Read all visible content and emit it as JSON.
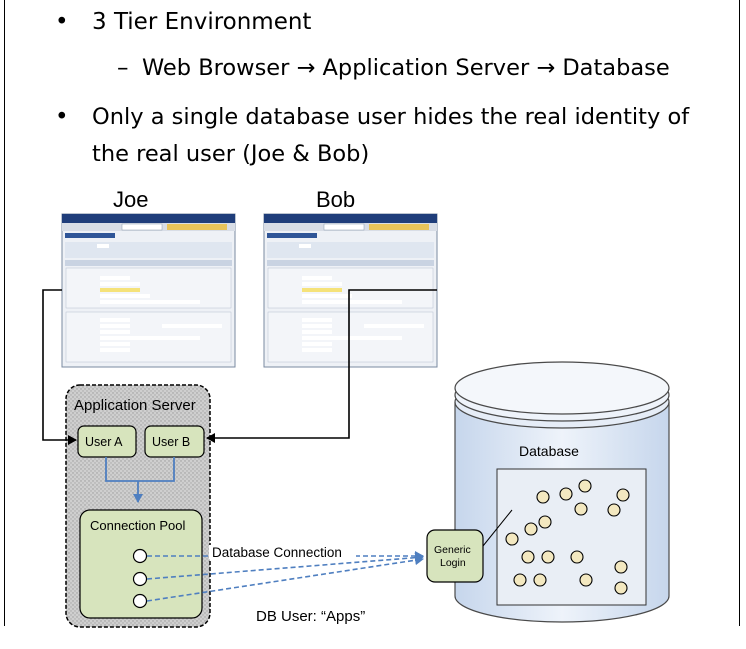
{
  "bullets": [
    {
      "text": "3 Tier Environment"
    },
    {
      "text": "Web Browser → Application Server → Database",
      "sub": true
    },
    {
      "text": "Only a single database user hides the real identity of"
    },
    {
      "text": "the real user (Joe & Bob)",
      "cont": true
    }
  ],
  "bullet_glyph": "•",
  "sub_glyph": "–",
  "users": {
    "joe": "Joe",
    "bob": "Bob"
  },
  "app_server": {
    "title": "Application Server",
    "user_a": "User A",
    "user_b": "User B",
    "pool": "Connection Pool"
  },
  "connection_label": "Database Connection",
  "generic_login": {
    "line1": "Generic",
    "line2": "Login"
  },
  "database_label": "Database",
  "db_user": "DB User: “Apps”",
  "colors": {
    "accent_blue": "#4f7fc0",
    "server_fill": "#d9d9d9",
    "user_box_fill": "#d7e4bd",
    "db_fill": "#dbe5f1"
  }
}
